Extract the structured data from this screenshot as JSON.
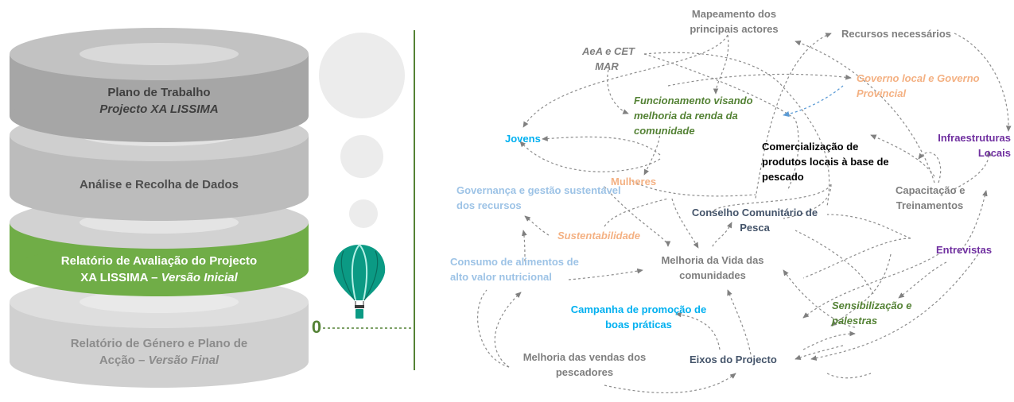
{
  "stack": {
    "levels": [
      {
        "line1": "Plano de Trabalho",
        "line2": "Projecto XA LISSIMA",
        "line2_prefix": "",
        "line2_italic": true,
        "color": "#a6a6a6",
        "text_color": "#3f3f3f"
      },
      {
        "line1": "Análise e Recolha de Dados",
        "line2": "",
        "line2_prefix": "",
        "line2_italic": false,
        "color": "#bcbcbc",
        "text_color": "#4d4d4d"
      },
      {
        "line1": "Relatório de Avaliação do Projecto",
        "line2": "Versão Inicial",
        "line2_prefix": "XA LISSIMA – ",
        "line2_italic": true,
        "color": "#70ad47",
        "text_color": "#ffffff"
      },
      {
        "line1": "Relatório de Género e Plano de",
        "line2": "Versão Final",
        "line2_prefix": "Acção – ",
        "line2_italic": true,
        "color": "#d9d9d9",
        "text_color": "#8c8c8c"
      }
    ]
  },
  "timeline": {
    "marker_label": "0",
    "accent": "#548235",
    "circle_color": "#e8e8e8",
    "balloon_color": "#0b9a84"
  },
  "map": {
    "nodes": [
      {
        "id": "mapeamento",
        "lines": [
          "Mapeamento dos",
          "principais actores"
        ],
        "color": "#7f7f7f",
        "italic": false
      },
      {
        "id": "aea",
        "lines": [
          "AeA e CET",
          "MAR"
        ],
        "color": "#7f7f7f",
        "italic": true
      },
      {
        "id": "recursos",
        "lines": [
          "Recursos necessários"
        ],
        "color": "#7f7f7f",
        "italic": false
      },
      {
        "id": "governo",
        "lines": [
          "Governo local e Governo",
          "Provincial"
        ],
        "color": "#f4b183",
        "italic": true
      },
      {
        "id": "funcionamento",
        "lines": [
          "Funcionamento visando",
          "melhoria da renda da",
          "comunidade"
        ],
        "color": "#548235",
        "italic": true
      },
      {
        "id": "jovens",
        "lines": [
          "Jovens"
        ],
        "color": "#00b0f0",
        "italic": false
      },
      {
        "id": "comercializacao",
        "lines": [
          "Comercialização de",
          "produtos locais à base de",
          "pescado"
        ],
        "color": "#000000",
        "italic": false
      },
      {
        "id": "infraestruturas",
        "lines": [
          "Infraestruturas",
          "Locais"
        ],
        "color": "#7030a0",
        "italic": false
      },
      {
        "id": "mulheres",
        "lines": [
          "Mulheres"
        ],
        "color": "#f4b183",
        "italic": false
      },
      {
        "id": "governanca",
        "lines": [
          "Governança e gestão sustentável",
          "dos recursos"
        ],
        "color": "#9dc3e6",
        "italic": false
      },
      {
        "id": "capacitacao",
        "lines": [
          "Capacitação e",
          "Treinamentos"
        ],
        "color": "#7f7f7f",
        "italic": false
      },
      {
        "id": "conselho",
        "lines": [
          "Conselho Comunitário de",
          "Pesca"
        ],
        "color": "#44546a",
        "italic": false
      },
      {
        "id": "sustentabilidade",
        "lines": [
          "Sustentabilidade"
        ],
        "color": "#f4b183",
        "italic": true
      },
      {
        "id": "entrevistas",
        "lines": [
          "Entrevistas"
        ],
        "color": "#7030a0",
        "italic": false
      },
      {
        "id": "consumo",
        "lines": [
          "Consumo de alimentos de",
          "alto valor nutricional"
        ],
        "color": "#9dc3e6",
        "italic": false
      },
      {
        "id": "melhoria_vida",
        "lines": [
          "Melhoria da Vida das",
          "comunidades"
        ],
        "color": "#7f7f7f",
        "italic": false
      },
      {
        "id": "campanha",
        "lines": [
          "Campanha de promoção de",
          "boas práticas"
        ],
        "color": "#00b0f0",
        "italic": false
      },
      {
        "id": "sensibilizacao",
        "lines": [
          "Sensibilização e",
          "palestras"
        ],
        "color": "#548235",
        "italic": true
      },
      {
        "id": "melhoria_vendas",
        "lines": [
          "Melhoria das vendas dos",
          "pescadores"
        ],
        "color": "#7f7f7f",
        "italic": false
      },
      {
        "id": "eixos",
        "lines": [
          "Eixos do Projecto"
        ],
        "color": "#44546a",
        "italic": false
      }
    ]
  }
}
